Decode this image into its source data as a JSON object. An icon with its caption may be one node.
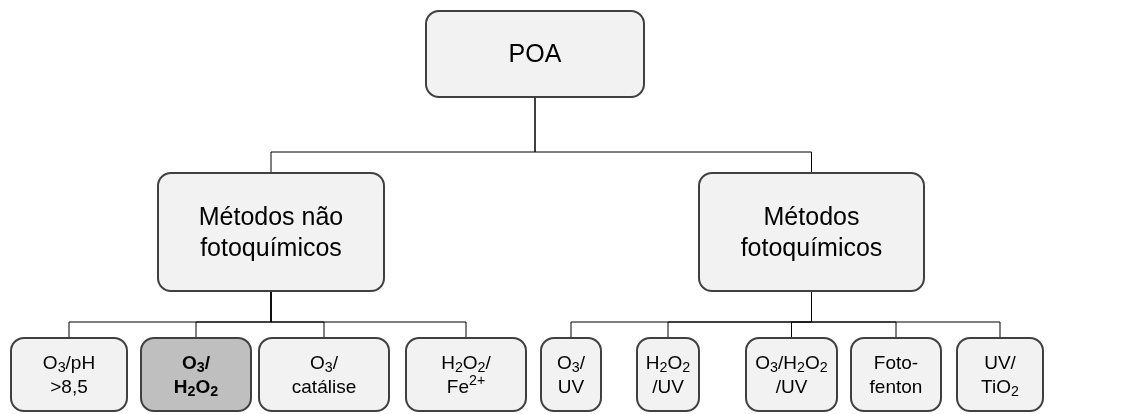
{
  "diagram": {
    "nodes": [
      {
        "text": [
          "POA"
        ]
      },
      {
        "text": [
          "Métodos não fotoquímicos"
        ]
      },
      {
        "text": [
          "Métodos fotoquímicos"
        ]
      },
      {
        "text": [
          "O$_{3}$/pH >8,5"
        ]
      },
      {
        "text": [
          "O$_{3}$/ H$_{2}$O$_{2}$"
        ]
      },
      {
        "text": [
          "O$_{3}$/ catálise"
        ]
      },
      {
        "text": [
          "H$_{2}$O$_{2}$/ Fe$^{2+}$"
        ]
      },
      {
        "text": [
          "O$_{3}$/ UV"
        ]
      },
      {
        "text": [
          "H$_{2}$O$_{2}$ /UV"
        ]
      },
      {
        "text": [
          "O$_{3}$/H$_{2}$O$_{2}$ /UV"
        ]
      },
      {
        "text": [
          "Foto- fenton"
        ]
      },
      {
        "text": [
          "UV/ TiO$_{2}$"
        ]
      }
    ],
    "edges": [
      {
        "from": 0,
        "to": 1,
        "arrow": "none"
      },
      {
        "from": 0,
        "to": 2,
        "arrow": "none"
      },
      {
        "from": 1,
        "to": 3,
        "arrow": "none"
      },
      {
        "from": 1,
        "to": 4,
        "arrow": "none"
      },
      {
        "from": 1,
        "to": 5,
        "arrow": "none"
      },
      {
        "from": 1,
        "to": 6,
        "arrow": "none"
      },
      {
        "from": 2,
        "to": 7,
        "arrow": "none"
      },
      {
        "from": 2,
        "to": 8,
        "arrow": "none"
      },
      {
        "from": 2,
        "to": 9,
        "arrow": "none"
      },
      {
        "from": 2,
        "to": 10,
        "arrow": "none"
      },
      {
        "from": 2,
        "to": 11,
        "arrow": "none"
      }
    ]
  }
}
